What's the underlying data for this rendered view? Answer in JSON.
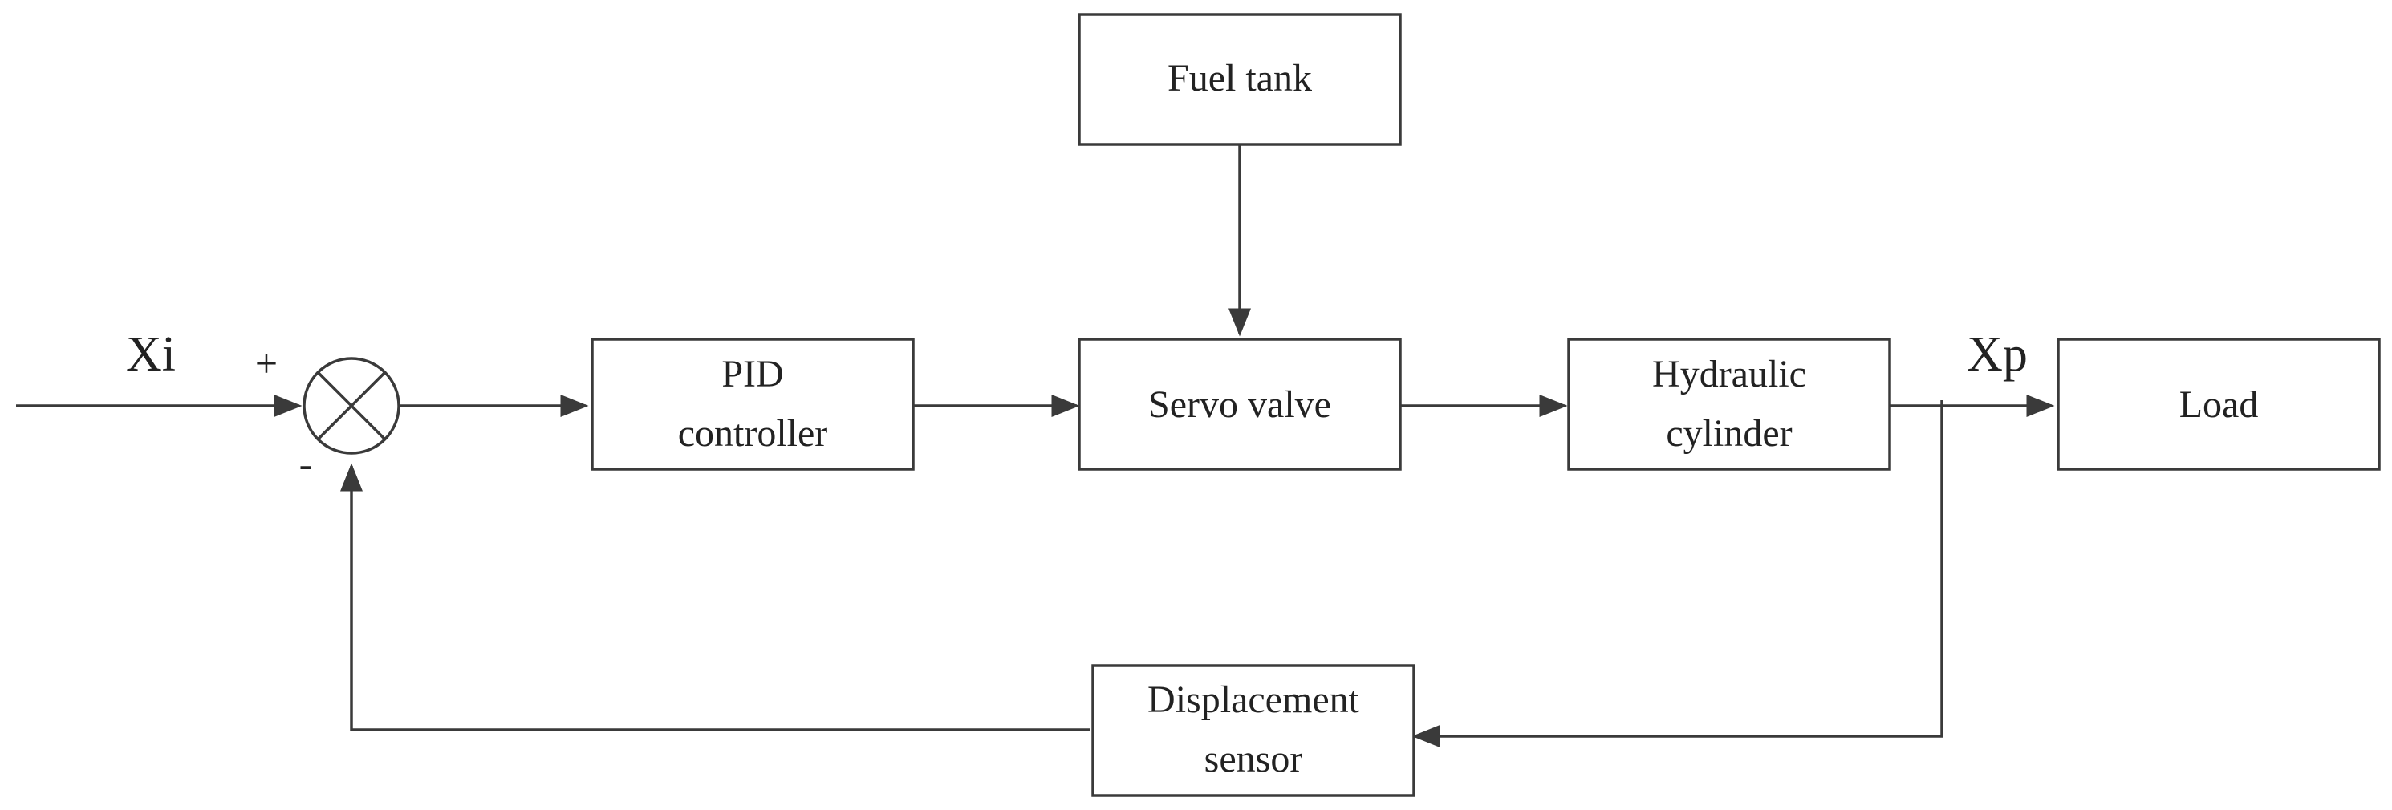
{
  "diagram": {
    "blocks": {
      "fuel_tank": [
        "Fuel tank"
      ],
      "pid_controller": [
        "PID",
        "controller"
      ],
      "servo_valve": [
        "Servo valve"
      ],
      "hydraulic_cylinder": [
        "Hydraulic",
        "cylinder"
      ],
      "load": [
        "Load"
      ],
      "displacement_sensor": [
        "Displacement",
        "sensor"
      ]
    },
    "signals": {
      "input": "Xi",
      "output": "Xp"
    },
    "summing_junction": {
      "plus": "+",
      "minus": "-"
    },
    "colors": {
      "stroke": "#3a3a3a",
      "text": "#222222",
      "background": "#ffffff"
    }
  }
}
